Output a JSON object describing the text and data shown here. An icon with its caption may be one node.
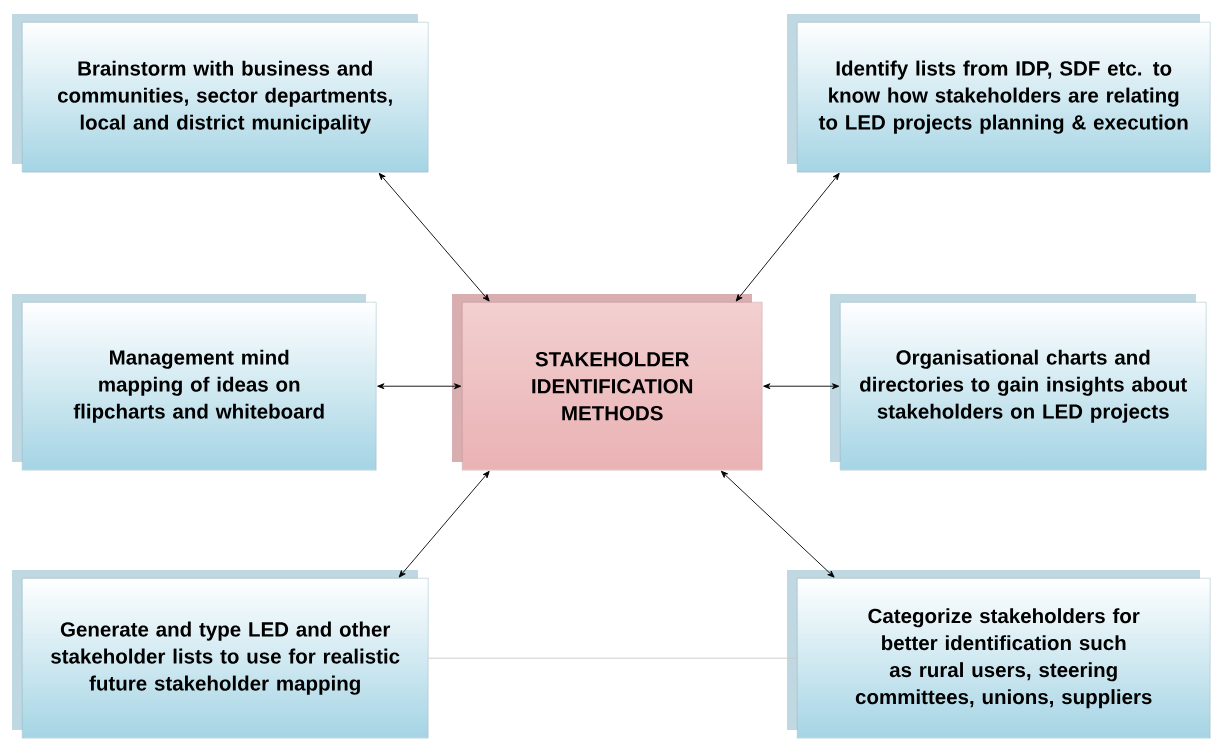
{
  "diagram": {
    "nodes": [
      {
        "text": [
          "Brainstorm with business and communities, sector departments, local and district municipality"
        ]
      },
      {
        "text": [
          "Identify lists from IDP, SDF etc. to know how stakeholders are relating to LED projects planning & execution"
        ]
      },
      {
        "text": [
          "Management mind mapping of ideas on flipcharts and whiteboard"
        ]
      },
      {
        "text": [
          "STAKEHOLDER IDENTIFICATION METHODS"
        ]
      },
      {
        "text": [
          "Organisational charts and directories to gain insights about stakeholders on LED projects"
        ]
      },
      {
        "text": [
          "Generate and type LED and other stakeholder lists to use for realistic future stakeholder mapping"
        ]
      },
      {
        "text": [
          "Categorize stakeholders for better identification such as rural users, steering committees, unions, suppliers"
        ]
      }
    ],
    "edges": [
      {
        "from": 3,
        "to": 0,
        "arrow": "both"
      },
      {
        "from": 3,
        "to": 1,
        "arrow": "both"
      },
      {
        "from": 3,
        "to": 2,
        "arrow": "both"
      },
      {
        "from": 3,
        "to": 4,
        "arrow": "both"
      },
      {
        "from": 3,
        "to": 5,
        "arrow": "both"
      },
      {
        "from": 3,
        "to": 6,
        "arrow": "both"
      },
      {
        "from": 5,
        "to": 6,
        "arrow": "none",
        "color": "#c8c8c8"
      }
    ]
  }
}
